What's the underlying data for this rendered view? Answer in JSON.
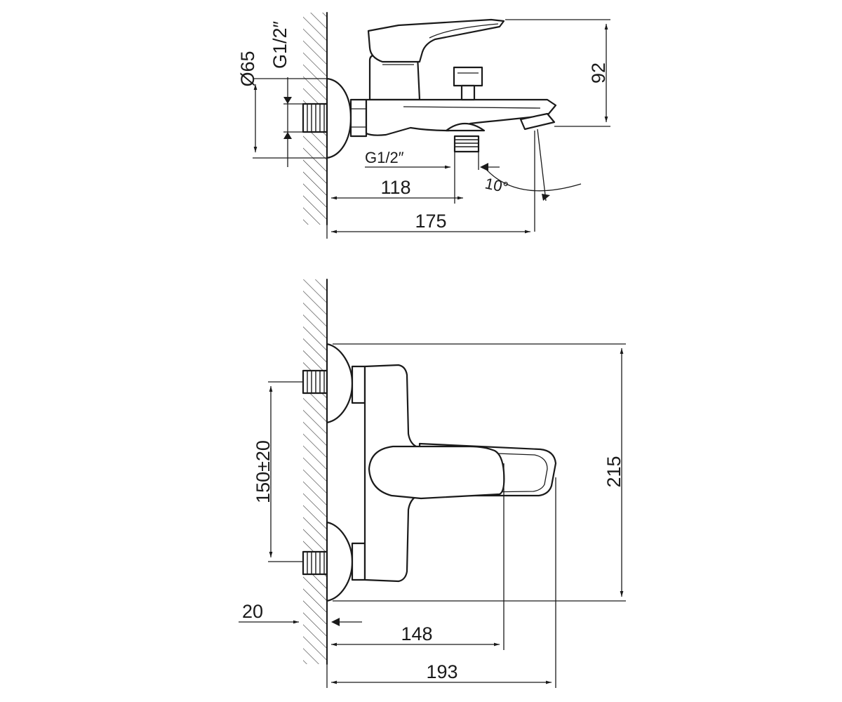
{
  "side_view": {
    "label_diameter": "Ø65",
    "label_thread_wall": "G1/2″",
    "label_height": "92",
    "label_thread_outlet": "G1/2″",
    "label_angle": "10°",
    "label_outlet_distance": "118",
    "label_total_length": "175"
  },
  "front_view": {
    "label_spacing": "150±20",
    "label_height": "215",
    "label_wall_offset": "20",
    "label_handle_length": "148",
    "label_total_length": "193"
  }
}
